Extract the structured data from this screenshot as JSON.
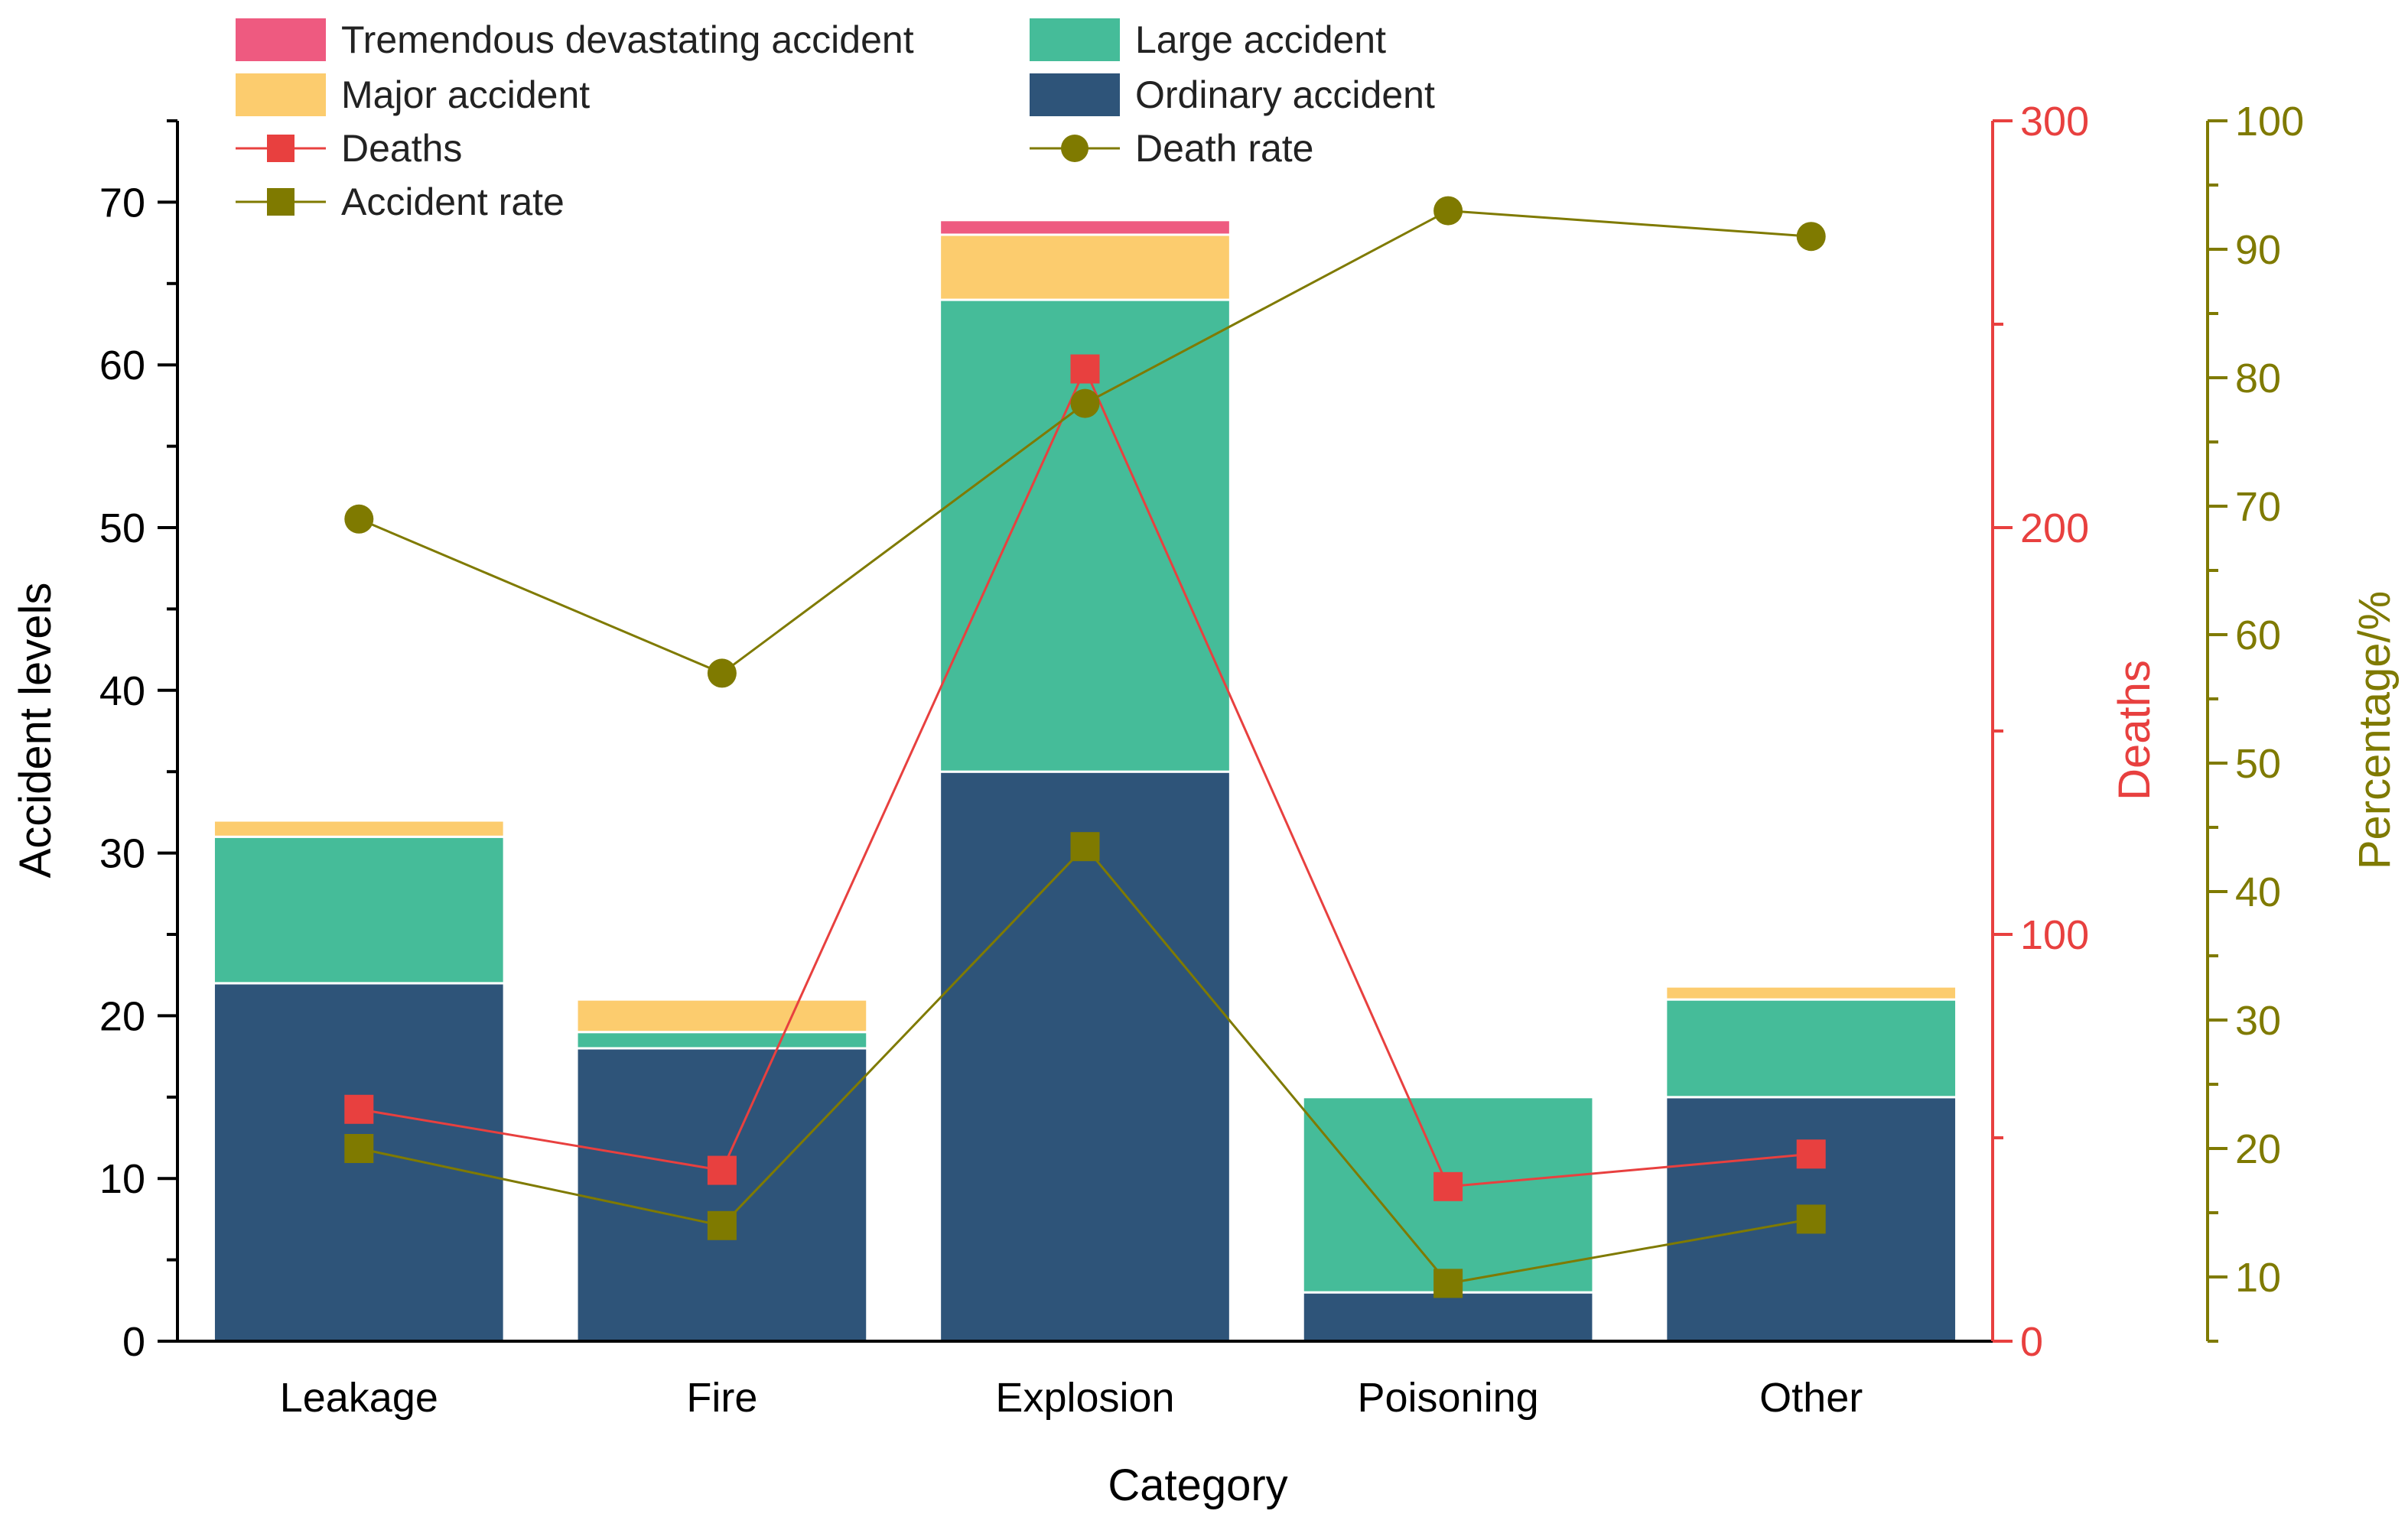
{
  "chart_data": {
    "type": "bar",
    "stacked": true,
    "categories": [
      "Leakage",
      "Fire",
      "Explosion",
      "Poisoning",
      "Other"
    ],
    "xlabel": "Category",
    "ylabel": "Accident levels",
    "y2label": "Deaths",
    "y3label": "Percentage/%",
    "ylim": [
      0,
      75
    ],
    "y2lim": [
      0,
      300
    ],
    "y3lim": [
      5,
      100
    ],
    "yticks": [
      0,
      10,
      20,
      30,
      40,
      50,
      60,
      70
    ],
    "y2ticks": [
      0,
      100,
      200,
      300
    ],
    "y3ticks": [
      10,
      20,
      30,
      40,
      50,
      60,
      70,
      80,
      90,
      100
    ],
    "legend_position": "top",
    "bar_series": [
      {
        "name": "Ordinary accident",
        "color": "#2E5479",
        "values": [
          22,
          18,
          35,
          3,
          15
        ]
      },
      {
        "name": "Large accident",
        "color": "#45BC99",
        "values": [
          9,
          1,
          29,
          12,
          6
        ]
      },
      {
        "name": "Major accident",
        "color": "#FCCC6E",
        "values": [
          1,
          2,
          4,
          0,
          0.8
        ]
      },
      {
        "name": "Tremendous devastating accident",
        "color": "#EE5A80",
        "values": [
          0,
          0,
          0.9,
          0,
          0
        ]
      }
    ],
    "line_series": [
      {
        "name": "Deaths",
        "axis": "deaths",
        "color": "#E8403F",
        "marker": "square",
        "values": [
          57,
          42,
          239,
          38,
          46
        ]
      },
      {
        "name": "Death rate",
        "axis": "percentage",
        "color": "#7F7A00",
        "marker": "circle",
        "values": [
          69,
          57,
          78,
          93,
          91
        ]
      },
      {
        "name": "Accident rate",
        "axis": "percentage",
        "color": "#7F7A00",
        "marker": "square",
        "values": [
          20,
          14,
          43.5,
          9.5,
          14.5
        ]
      }
    ],
    "axis_colors": {
      "left": "#000000",
      "deaths": "#E8403F",
      "percentage": "#7F7A00"
    }
  }
}
